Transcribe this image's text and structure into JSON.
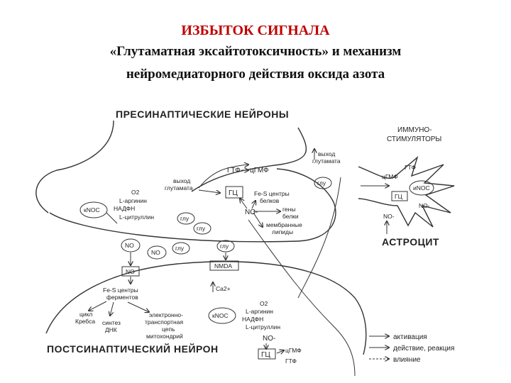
{
  "title": {
    "line1": "ИЗБЫТОК СИГНАЛА",
    "line2": "«Глутаматная эксайтотоксичность» и механизм",
    "line3": "нейромедиаторного действия оксида азота"
  },
  "diagram": {
    "presynaptic": "ПРЕСИНАПТИЧЕСКИЕ НЕЙРОНЫ",
    "postsynaptic": "ПОСТСИНАПТИЧЕСКИЙ НЕЙРОН",
    "astrocyte": "АСТРОЦИТ",
    "immuno1": "ИММУНО-",
    "immuno2": "СТИМУЛЯТОРЫ",
    "exit_glu_1": "выход",
    "exit_glu_2": "глутамата",
    "exit_glu_b1": "выход",
    "exit_glu_b2": "глутамата",
    "gtp": "ГТФ",
    "cgmp": "цГМФ",
    "gc": "ГЦ",
    "glu": "глу",
    "fes_centers_1": "Fe-S центры",
    "fes_centers_2": "белков",
    "genes": "гены",
    "proteins": "белки",
    "membrane_1": "мембранные",
    "membrane_2": "липиды",
    "o2": "O2",
    "l_arginine": "L-аргинин",
    "nadph": "НАДФН",
    "l_citrulline": "L-цитруллин",
    "knos": "кNOC",
    "inos": "иNOC",
    "no": "NO",
    "no_minus": "NO-",
    "nmda": "NMDA",
    "ca": "Ca2+",
    "fes_enz_1": "Fe-S центры",
    "fes_enz_2": "ферментов",
    "krebs_1": "цикл",
    "krebs_2": "Кребса",
    "dna_1": "синтез",
    "dna_2": "ДНК",
    "etc_1": "электронно-",
    "etc_2": "транспортная",
    "etc_3": "цепь",
    "etc_4": "митохондрий",
    "gtp_small": "ГТФ",
    "gc2": "ГЦ",
    "cgmp2": "цГМФ",
    "gtp2": "ГТФ",
    "legend_activation": "активация",
    "legend_action": "действие, реакция",
    "legend_inhibition": "влияние"
  }
}
